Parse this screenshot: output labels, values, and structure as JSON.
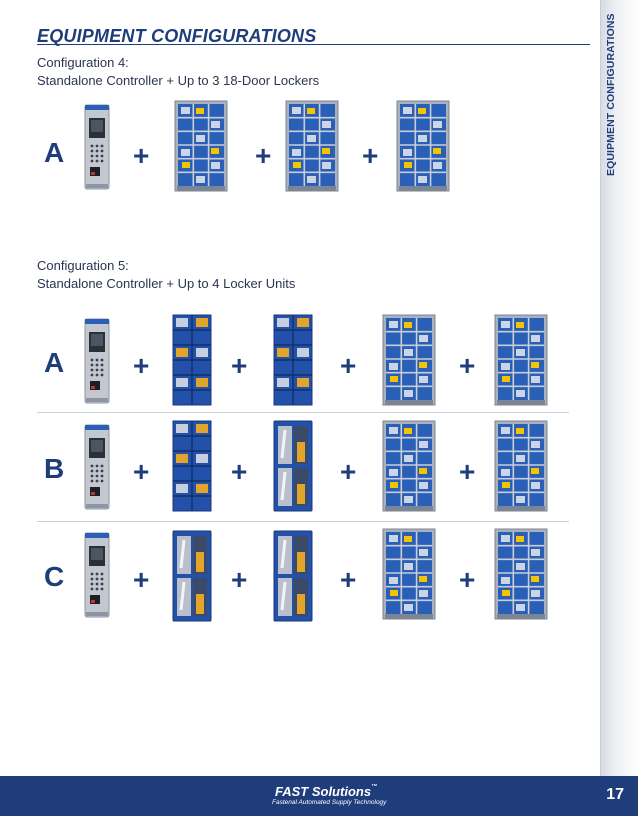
{
  "section_title": "EQUIPMENT CONFIGURATIONS",
  "side_tab": "EQUIPMENT CONFIGURATIONS",
  "config4": {
    "line1": "Configuration 4:",
    "line2": "Standalone Controller + Up to 3 18-Door Lockers",
    "row_letter": "A"
  },
  "config5": {
    "line1": "Configuration 5:",
    "line2": "Standalone Controller + Up to 4 Locker Units",
    "rows": [
      {
        "letter": "A"
      },
      {
        "letter": "B"
      },
      {
        "letter": "C"
      }
    ]
  },
  "plus_symbol": "+",
  "footer": {
    "brand": "FAST Solutions",
    "trademark": "™",
    "tagline": "Fastenal Automated Supply Technology",
    "page_number": "17"
  },
  "colors": {
    "brand_blue": "#1e3d7a",
    "locker_blue": "#2a5fb8",
    "frame_gray": "#a9b1bd"
  },
  "icons": [
    "controller-kiosk",
    "locker-18-door",
    "locker-tall-blue",
    "locker-vending-coil"
  ]
}
